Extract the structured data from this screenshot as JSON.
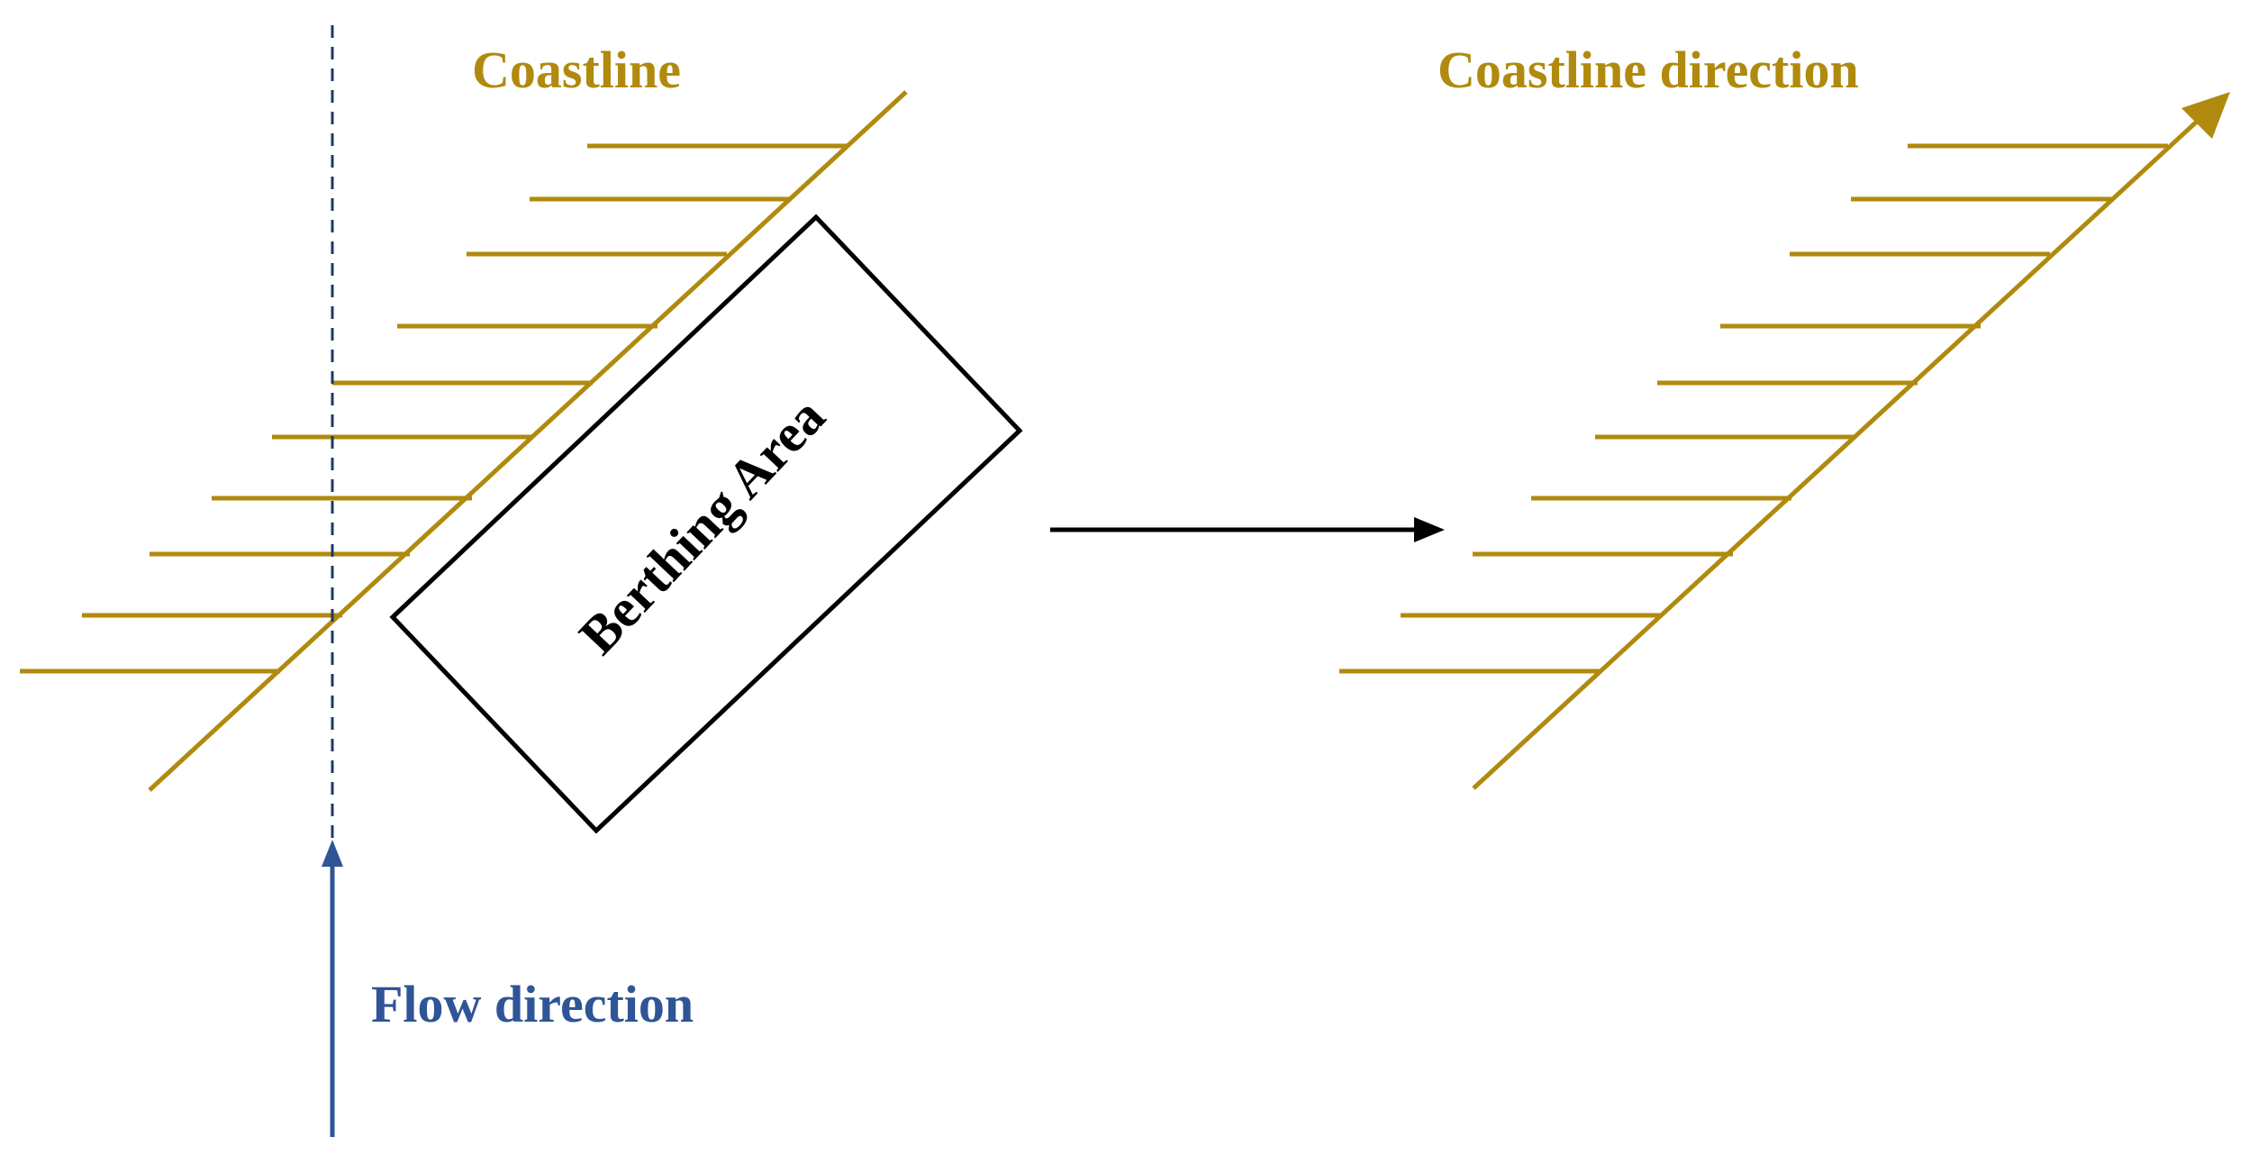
{
  "labels": {
    "coastline": "Coastline",
    "coastline_direction": "Coastline direction",
    "berthing_area": "Berthing Area",
    "flow_direction": "Flow direction"
  },
  "colors": {
    "coast": "#b08a0e",
    "flow": "#2f5597",
    "outline": "#000000",
    "background": "#ffffff"
  }
}
